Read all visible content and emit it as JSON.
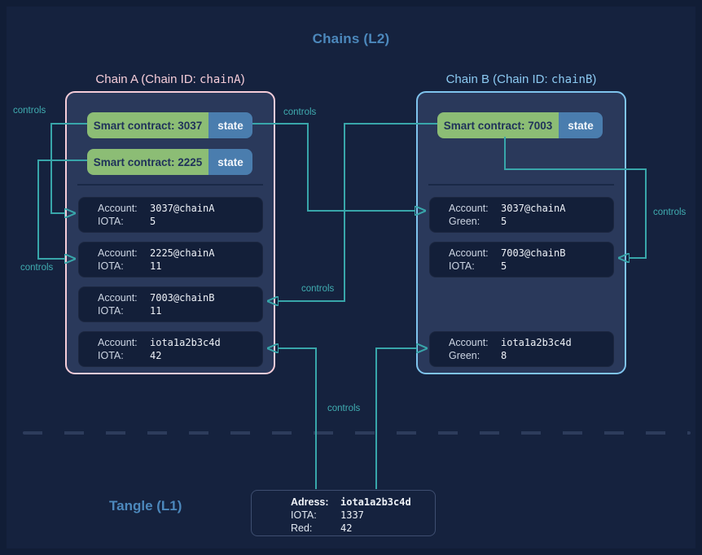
{
  "diagram_title": "Chains (L2)",
  "l1_title": "Tangle (L1)",
  "controls_label": "controls",
  "chain_a": {
    "title_prefix": "Chain A (Chain ID: ",
    "chain_id": "chainA",
    "title_suffix": ")",
    "contracts": [
      {
        "label": "Smart contract: 3037",
        "state": "state"
      },
      {
        "label": "Smart contract: 2225",
        "state": "state"
      }
    ],
    "accounts": [
      {
        "key": "Account:",
        "account": "3037@chainA",
        "token": "IOTA:",
        "balance": "5"
      },
      {
        "key": "Account:",
        "account": "2225@chainA",
        "token": "IOTA:",
        "balance": "11"
      },
      {
        "key": "Account:",
        "account": "7003@chainB",
        "token": "IOTA:",
        "balance": "11"
      },
      {
        "key": "Account:",
        "account": "iota1a2b3c4d",
        "token": "IOTA:",
        "balance": "42"
      }
    ]
  },
  "chain_b": {
    "title_prefix": "Chain B (Chain ID: ",
    "chain_id": "chainB",
    "title_suffix": ")",
    "contracts": [
      {
        "label": "Smart contract: 7003",
        "state": "state"
      }
    ],
    "accounts": [
      {
        "key": "Account:",
        "account": "3037@chainA",
        "token": "Green:",
        "balance": "5"
      },
      {
        "key": "Account:",
        "account": "7003@chainB",
        "token": "IOTA:",
        "balance": "5"
      },
      {
        "key": "Account:",
        "account": "iota1a2b3c4d",
        "token": "Green:",
        "balance": "8"
      }
    ]
  },
  "l1_address_box": {
    "rows": [
      {
        "label": "Adress:",
        "value": "iota1a2b3c4d"
      },
      {
        "label": "IOTA:",
        "value": "1337"
      },
      {
        "label": "Red:",
        "value": "42"
      }
    ]
  },
  "colors": {
    "background": "#15223e",
    "panel_fill": "#2a395b",
    "account_box_fill": "#131f39",
    "chain_a_accent": "#f6cdd9",
    "chain_b_accent": "#7fc4ee",
    "contract_green": "#8cbd75",
    "state_blue": "#4a7dae",
    "connector_teal": "#38a6aa",
    "heading_blue": "#4c88bc"
  }
}
